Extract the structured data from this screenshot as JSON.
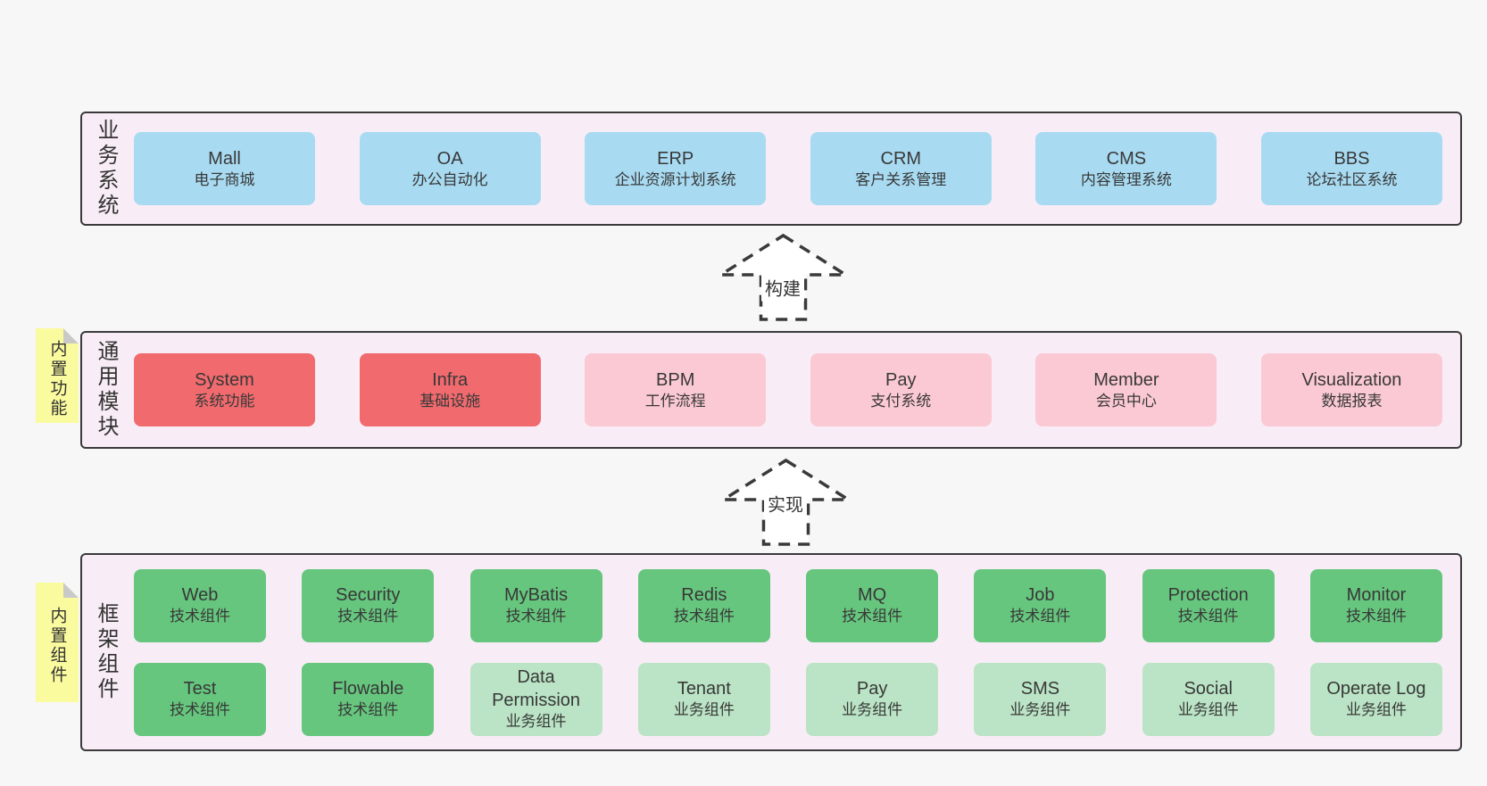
{
  "colors": {
    "page_bg": "#f7f7f7",
    "panel_bg": "#f8edf6",
    "panel_border": "#3a3a3a",
    "blue_box": "#a8dbf2",
    "red_box": "#f16a6e",
    "pink_box": "#fbc9d3",
    "green_box": "#66c67e",
    "light_green_box": "#bae4c5",
    "tag_bg": "#fafa9e",
    "fold": "#c9c9c9",
    "text": "#383838"
  },
  "arrows": [
    {
      "label": "构建"
    },
    {
      "label": "实现"
    }
  ],
  "layers": [
    {
      "label": "业务系统",
      "boxes": [
        {
          "name": "Mall",
          "desc": "电子商城"
        },
        {
          "name": "OA",
          "desc": "办公自动化"
        },
        {
          "name": "ERP",
          "desc": "企业资源计划系统"
        },
        {
          "name": "CRM",
          "desc": "客户关系管理"
        },
        {
          "name": "CMS",
          "desc": "内容管理系统"
        },
        {
          "name": "BBS",
          "desc": "论坛社区系统"
        }
      ]
    },
    {
      "label": "通用模块",
      "tag": "内置功能",
      "boxes": [
        {
          "name": "System",
          "desc": "系统功能",
          "variant": "red"
        },
        {
          "name": "Infra",
          "desc": "基础设施",
          "variant": "red"
        },
        {
          "name": "BPM",
          "desc": "工作流程",
          "variant": "pink"
        },
        {
          "name": "Pay",
          "desc": "支付系统",
          "variant": "pink"
        },
        {
          "name": "Member",
          "desc": "会员中心",
          "variant": "pink"
        },
        {
          "name": "Visualization",
          "desc": "数据报表",
          "variant": "pink"
        }
      ]
    },
    {
      "label": "框架组件",
      "tag": "内置组件",
      "rows": [
        [
          {
            "name": "Web",
            "desc": "技术组件",
            "variant": "green"
          },
          {
            "name": "Security",
            "desc": "技术组件",
            "variant": "green"
          },
          {
            "name": "MyBatis",
            "desc": "技术组件",
            "variant": "green"
          },
          {
            "name": "Redis",
            "desc": "技术组件",
            "variant": "green"
          },
          {
            "name": "MQ",
            "desc": "技术组件",
            "variant": "green"
          },
          {
            "name": "Job",
            "desc": "技术组件",
            "variant": "green"
          },
          {
            "name": "Protection",
            "desc": "技术组件",
            "variant": "green"
          },
          {
            "name": "Monitor",
            "desc": "技术组件",
            "variant": "green"
          }
        ],
        [
          {
            "name": "Test",
            "desc": "技术组件",
            "variant": "green"
          },
          {
            "name": "Flowable",
            "desc": "技术组件",
            "variant": "green"
          },
          {
            "name": "Data Permission",
            "desc": "业务组件",
            "variant": "light-green"
          },
          {
            "name": "Tenant",
            "desc": "业务组件",
            "variant": "light-green"
          },
          {
            "name": "Pay",
            "desc": "业务组件",
            "variant": "light-green"
          },
          {
            "name": "SMS",
            "desc": "业务组件",
            "variant": "light-green"
          },
          {
            "name": "Social",
            "desc": "业务组件",
            "variant": "light-green"
          },
          {
            "name": "Operate Log",
            "desc": "业务组件",
            "variant": "light-green"
          }
        ]
      ]
    }
  ]
}
